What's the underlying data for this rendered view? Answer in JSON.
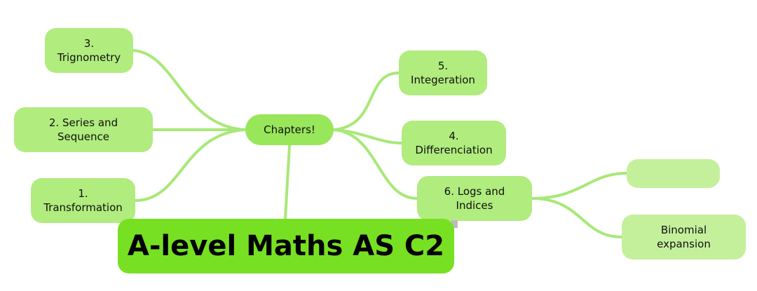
{
  "root": {
    "label": "A-level Maths AS C2"
  },
  "center": {
    "label": "Chapters!"
  },
  "chapters": [
    {
      "label": "3.\nTrignometry"
    },
    {
      "label": "2. Series and\nSequence"
    },
    {
      "label": "1.\nTransformation"
    },
    {
      "label": "5.\nIntegeration"
    },
    {
      "label": "4.\nDifferenciation"
    },
    {
      "label": "6. Logs and\nIndices"
    }
  ],
  "subtopics": [
    {
      "label": ""
    },
    {
      "label": "Binomial\nexpansion"
    }
  ],
  "colors": {
    "root": "#78e022",
    "center": "#98e65a",
    "chapter": "#b0ec7e",
    "subtopic": "#c4f09c",
    "link": "#a8e878"
  }
}
